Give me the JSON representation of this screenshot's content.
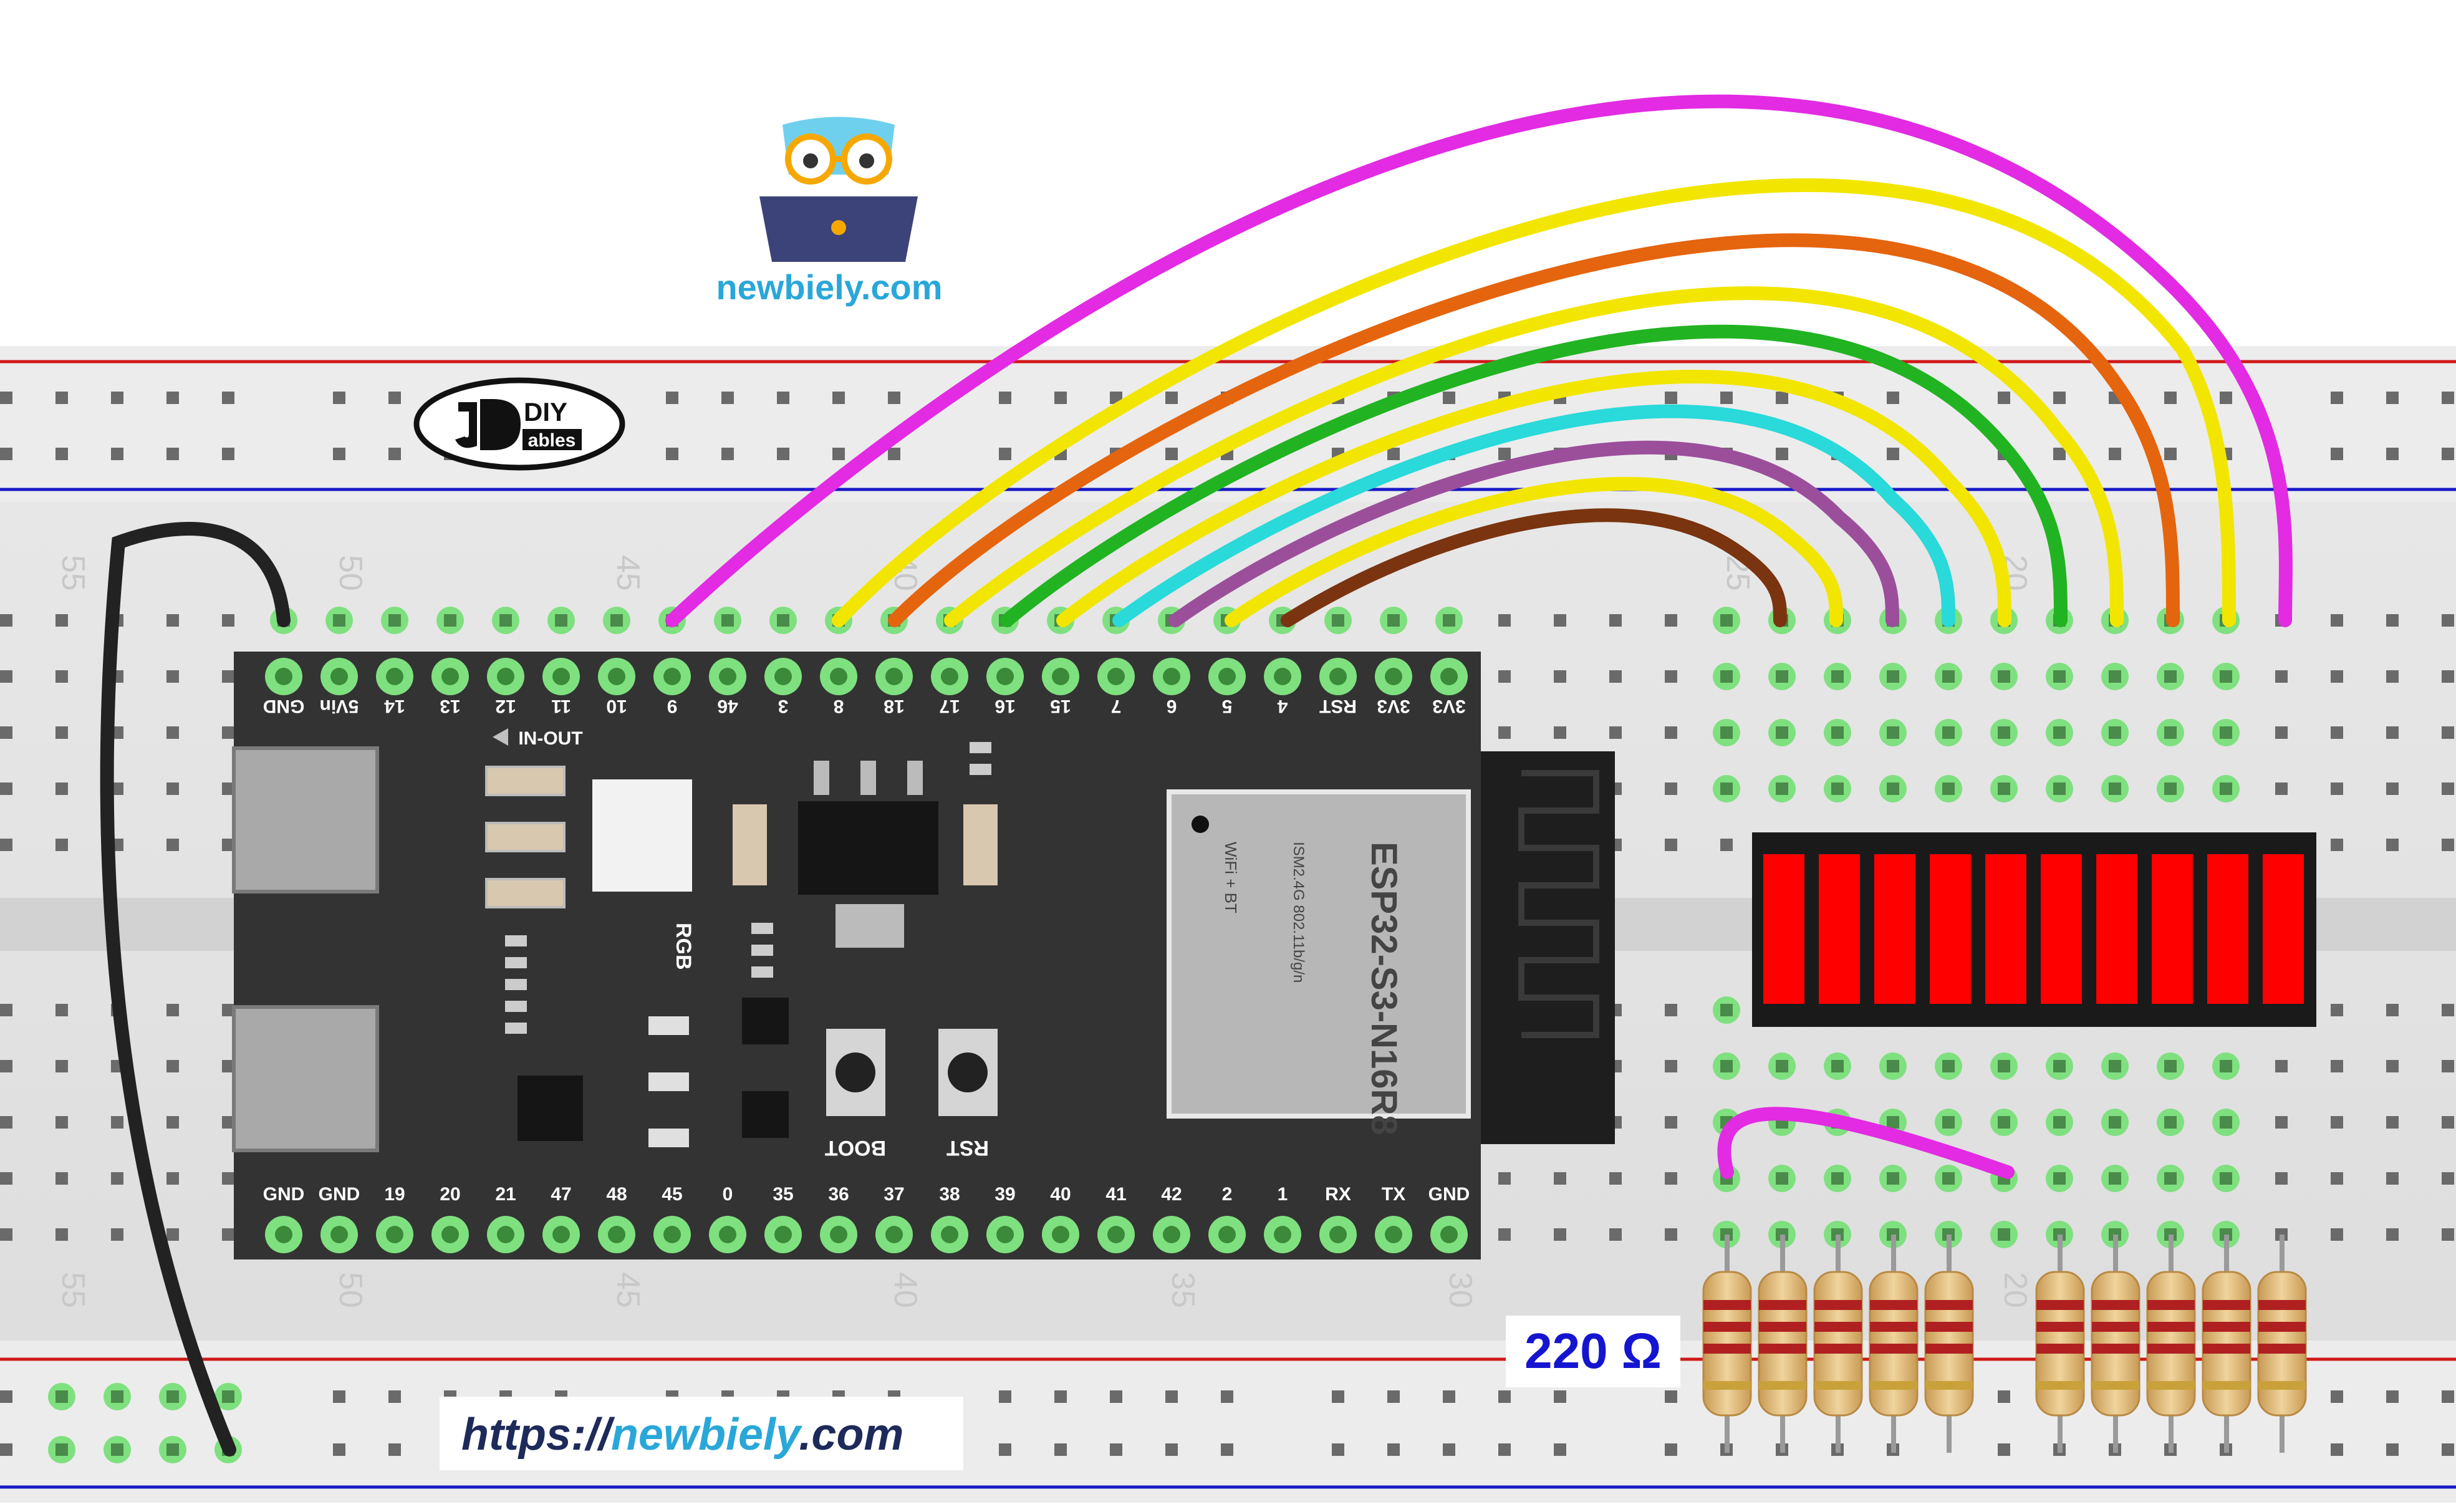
{
  "logo": {
    "brand_text": "newbiely.com",
    "diy_text": "DIY",
    "ables_text": "ables"
  },
  "board": {
    "top_pins": [
      "GND",
      "5Vin",
      "14",
      "13",
      "12",
      "11",
      "10",
      "9",
      "46",
      "3",
      "8",
      "18",
      "17",
      "16",
      "15",
      "7",
      "6",
      "5",
      "4",
      "RST",
      "3V3",
      "3V3"
    ],
    "bottom_pins": [
      "GND",
      "GND",
      "19",
      "20",
      "21",
      "47",
      "48",
      "45",
      "0",
      "35",
      "36",
      "37",
      "38",
      "39",
      "40",
      "41",
      "42",
      "2",
      "1",
      "RX",
      "TX",
      "GND"
    ],
    "in_out_label": "IN-OUT",
    "rgb_label": "RGB",
    "boot_label": "BOOT",
    "rst_label": "RST",
    "module_name": "ESP32-S3-N16R8",
    "module_line1": "ISM2.4G 802.11b/g/n",
    "module_line2": "WiFi + BT"
  },
  "breadboard": {
    "column_numbers": [
      "55",
      "50",
      "45",
      "40",
      "35",
      "30",
      "25",
      "20"
    ]
  },
  "resistor_label": "220 Ω",
  "url": {
    "prefix": "https://",
    "domain": "newbiely",
    "suffix": ".com"
  },
  "colors": {
    "magenta": "#e22be2",
    "yellow": "#f2e600",
    "orange": "#e5640e",
    "green": "#22b322",
    "cyan": "#2ad9d9",
    "purple": "#9b4f9b",
    "brown": "#7a3410",
    "black": "#222222",
    "led_red": "#ff0000",
    "board": "#333333"
  }
}
